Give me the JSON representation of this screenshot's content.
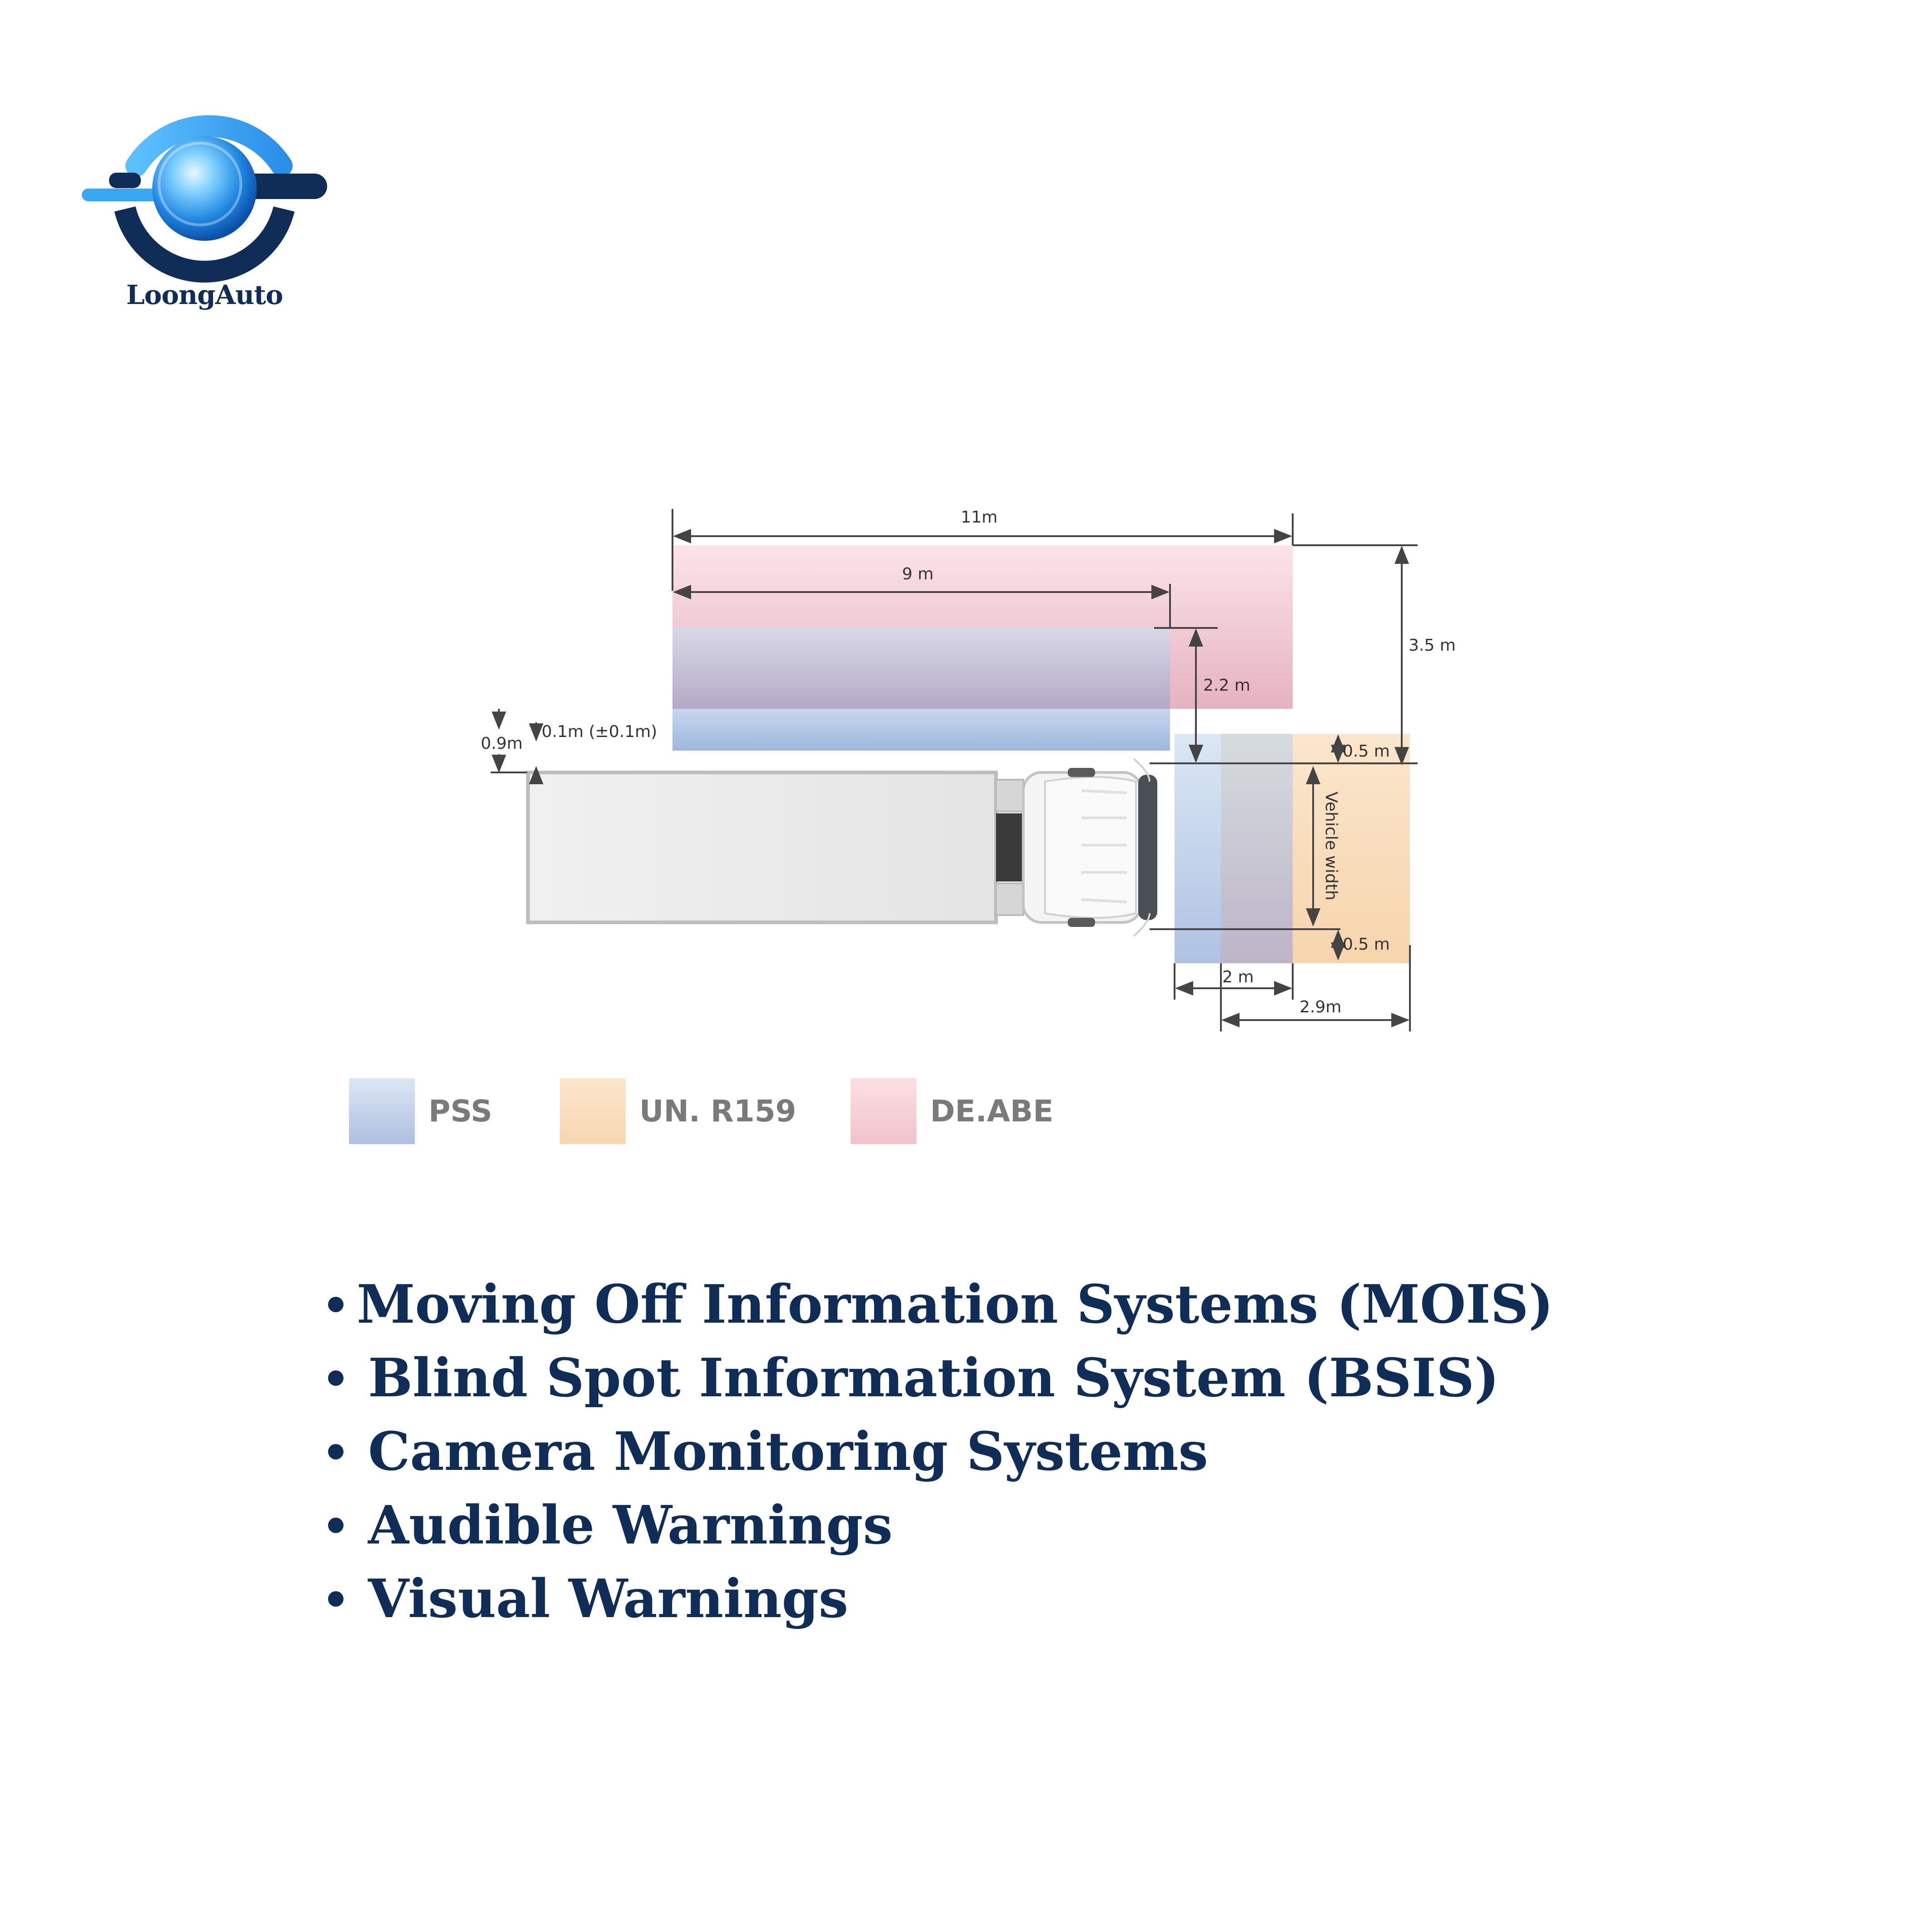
{
  "brand": {
    "logo_text": "LoongAuto",
    "colors": {
      "navy": "#0f2d57",
      "blue": "#2b8fe8",
      "light_blue": "#6cc3ff"
    }
  },
  "diagram": {
    "dimensions": {
      "d_11m": "11m",
      "d_9m": "9 m",
      "d_3_5m": "3.5 m",
      "d_2_2m": "2.2 m",
      "d_0_9m": "0.9m",
      "d_0_1m": "0.1m (±0.1m)",
      "d_0_5m_top": "0.5 m",
      "vehicle_width": "Vehicle width",
      "d_0_5m_bottom": "0.5 m",
      "d_2m": "2 m",
      "d_2_9m": "2.9m"
    },
    "zone_colors": {
      "pss": "#b8c8e2",
      "un_r159": "#f9dcb8",
      "de_abe": "#f3c8d0"
    }
  },
  "legend": [
    {
      "label": "PSS"
    },
    {
      "label": "UN. R159"
    },
    {
      "label": "DE.ABE"
    }
  ],
  "features": [
    "Moving Off Information Systems (MOIS)",
    "Blind Spot Information System (BSIS)",
    "Camera Monitoring Systems",
    "Audible Warnings",
    "Visual Warnings"
  ]
}
